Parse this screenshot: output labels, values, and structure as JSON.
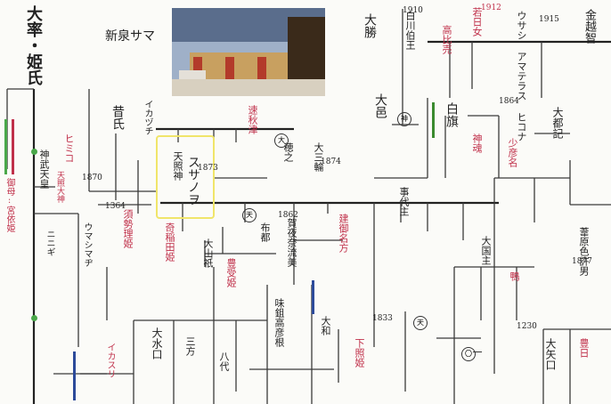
{
  "title": "大率・姫氏",
  "photo_caption": "新泉サマ",
  "colors": {
    "ink": "#222222",
    "red": "#c0304a",
    "pink": "#d0508a",
    "green": "#3a8a2e",
    "blue": "#2c4a9a",
    "highlight": "#f0e56a"
  },
  "labels": {
    "himiko": "ヒミコ",
    "mumasu": "御母:宮依姫",
    "jinmu": "神武天皇",
    "amaterasu": "天照大神",
    "suseri": "スサノヲ",
    "mukashi": "昔氏",
    "ikaduchi": "イカヅチ",
    "kami_koshi": "金越智",
    "kyoto": "大都記",
    "ichi": "一",
    "nami": "ウサシ アマテラス ヒコナ",
    "katsu": "大勝",
    "shirakawa": "白川伯王",
    "ohbe": "大邑",
    "shiraki": "白旗",
    "tenmei": "天照神",
    "kotoshiro": "事代主",
    "suseribime": "須勢理姫",
    "kushi": "奇稲田姫",
    "oyamatsu": "大山祇",
    "toyouke": "豊受姫",
    "hayaaki": "速秋津",
    "hono": "穂之",
    "oomiwa": "大三輪",
    "umashi": "ウマシマヂ",
    "futsu": "布都",
    "kaya": "賀夜奈流美",
    "takemi": "建御名方",
    "aji": "味鉏高彦根",
    "shitateru": "下照姫",
    "takahime": "高比売",
    "yamato": "大和",
    "ohmizu": "大水口",
    "omi": "大矢口",
    "ikasuri": "イカスリ",
    "mikata": "三方",
    "yashiro": "八代",
    "ashi": "葦原色許男",
    "sukuna": "少彦名",
    "kamuo": "神魂",
    "waka": "若日女",
    "toyo": "豊日",
    "okuni": "大国主",
    "kamo": "鴨",
    "ninigi": "ニニギ"
  },
  "years": [
    "1910",
    "1912",
    "1915",
    "1862",
    "1833",
    "1230",
    "1364",
    "1874",
    "1870",
    "1873",
    "1864",
    "1877"
  ]
}
